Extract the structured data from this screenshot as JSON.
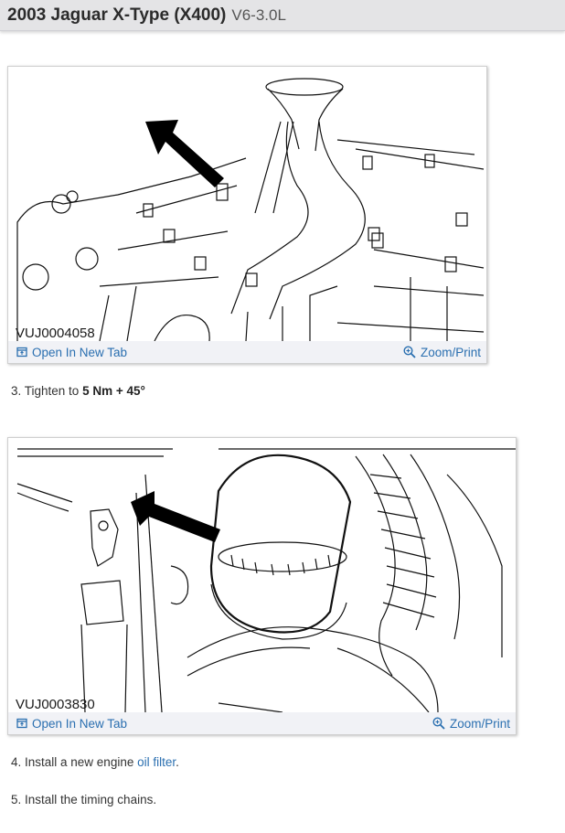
{
  "header": {
    "title": "2003 Jaguar X-Type (X400)",
    "engine": "V6-3.0L"
  },
  "figures": [
    {
      "id": "VUJ0004058",
      "open_label": "Open In New Tab",
      "zoom_label": "Zoom/Print"
    },
    {
      "id": "VUJ0003830",
      "open_label": "Open In New Tab",
      "zoom_label": "Zoom/Print"
    }
  ],
  "steps": {
    "s3": {
      "prefix": "3. Tighten to ",
      "value": "5 Nm + 45°"
    },
    "s4": {
      "prefix": "4. Install a new engine ",
      "link": "oil filter",
      "suffix": "."
    },
    "s5": {
      "text": "5. Install the timing chains."
    }
  },
  "icons": {
    "open_tab": "open-in-new-tab-icon",
    "zoom": "zoom-in-icon"
  },
  "colors": {
    "link": "#2a6fb0",
    "header_bg": "#e4e4e6"
  }
}
